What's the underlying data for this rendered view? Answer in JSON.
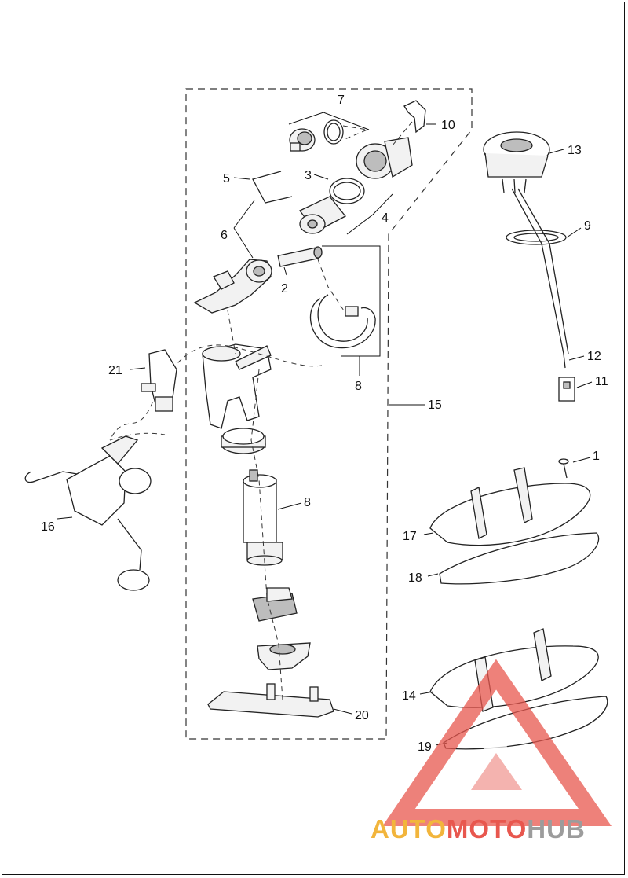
{
  "diagram": {
    "callouts": [
      {
        "id": "c7",
        "label": "7"
      },
      {
        "id": "c10",
        "label": "10"
      },
      {
        "id": "c13",
        "label": "13"
      },
      {
        "id": "c5",
        "label": "5"
      },
      {
        "id": "c3",
        "label": "3"
      },
      {
        "id": "c4",
        "label": "4"
      },
      {
        "id": "c9",
        "label": "9"
      },
      {
        "id": "c6",
        "label": "6"
      },
      {
        "id": "c2",
        "label": "2"
      },
      {
        "id": "c21",
        "label": "21"
      },
      {
        "id": "c8a",
        "label": "8"
      },
      {
        "id": "c12",
        "label": "12"
      },
      {
        "id": "c11",
        "label": "11"
      },
      {
        "id": "c15",
        "label": "15"
      },
      {
        "id": "c1",
        "label": "1"
      },
      {
        "id": "c8b",
        "label": "8"
      },
      {
        "id": "c16",
        "label": "16"
      },
      {
        "id": "c17",
        "label": "17"
      },
      {
        "id": "c18",
        "label": "18"
      },
      {
        "id": "c14",
        "label": "14"
      },
      {
        "id": "c19",
        "label": "19"
      },
      {
        "id": "c20",
        "label": "20"
      }
    ]
  },
  "watermark": {
    "word1": "AUTO",
    "word2": "MOTO",
    "word3": "HUB",
    "color_auto": "#f2b53c",
    "color_moto": "#e8574e",
    "color_hub": "#9c9c9c",
    "logo_shape": "triangle-warning-icon"
  }
}
